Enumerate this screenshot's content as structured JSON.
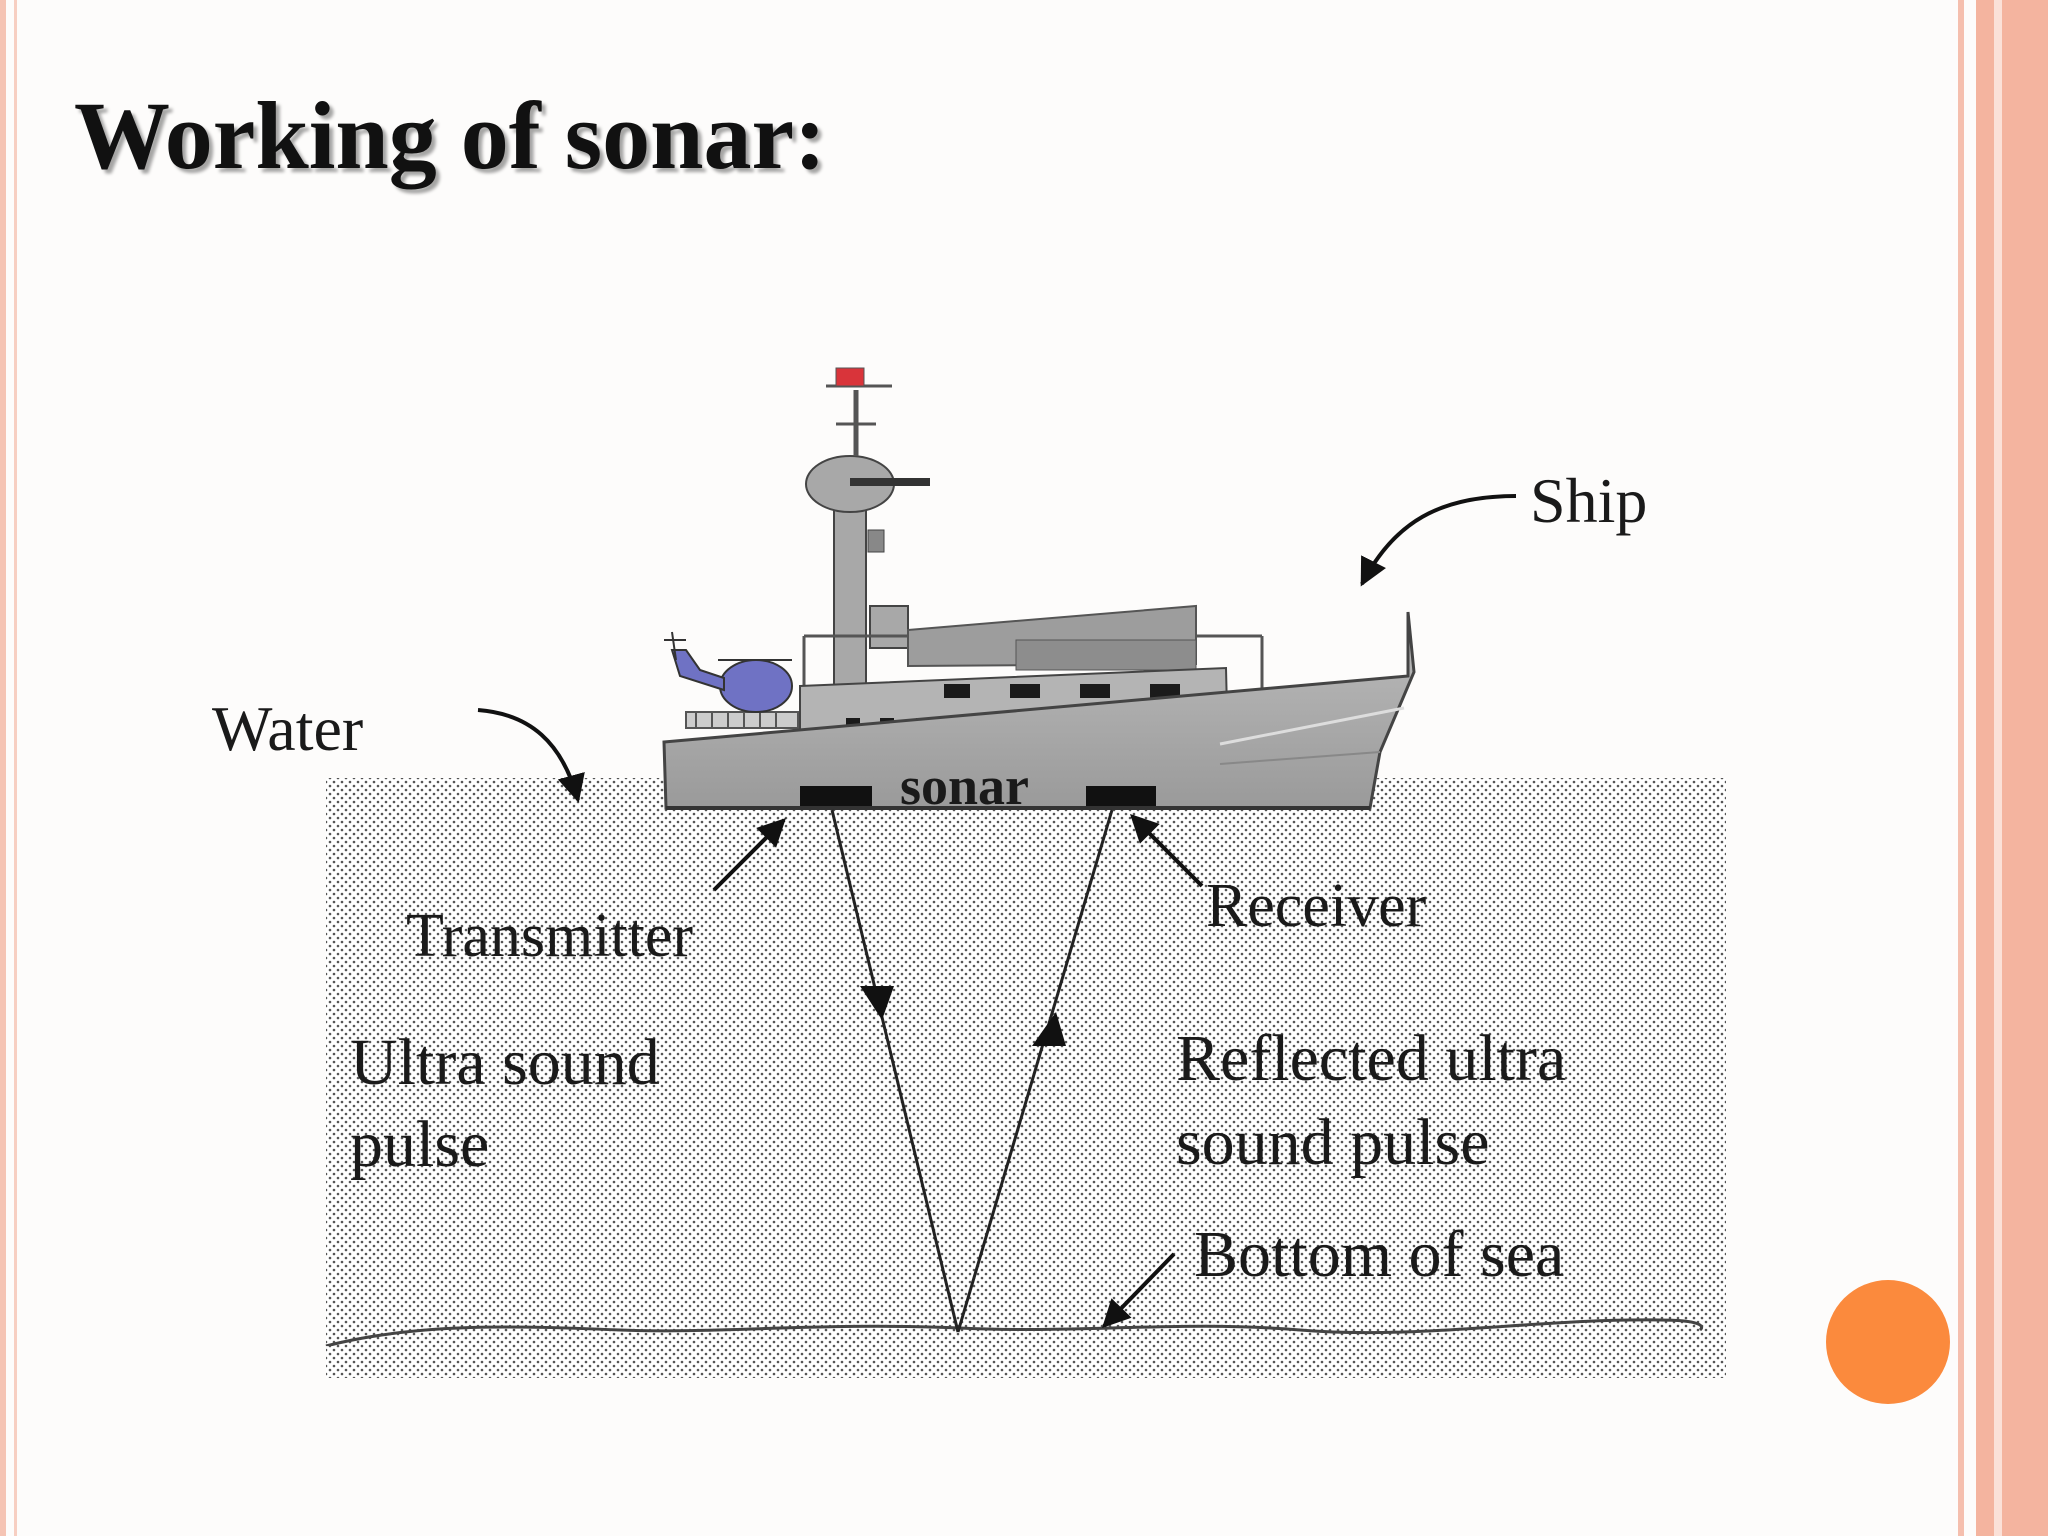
{
  "slide": {
    "title": "Working of sonar:",
    "accent_color": "#fb8a3d",
    "border_color": "#f4b49f"
  },
  "diagram": {
    "labels": {
      "ship": "Ship",
      "water": "Water",
      "sonar": "sonar",
      "transmitter": "Transmitter",
      "receiver": "Receiver",
      "ultra_sound_pulse": [
        "Ultra sound",
        "pulse"
      ],
      "reflected_pulse": [
        "Reflected ultra",
        "sound pulse"
      ],
      "bottom": "Bottom of sea"
    },
    "colors": {
      "ship_hull": "#a9a9a9",
      "helicopter": "#6f72c4",
      "flag": "#d9343a",
      "water_dots": "#555555"
    }
  }
}
